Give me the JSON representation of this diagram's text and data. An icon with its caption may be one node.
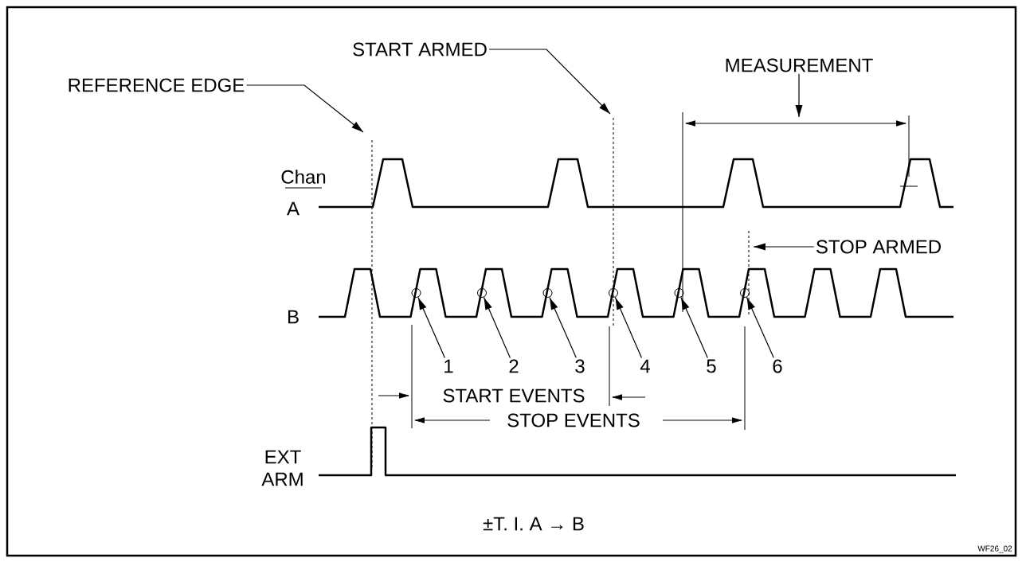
{
  "diagram": {
    "nodes": [
      {
        "text": [
          "REFERENCE EDGE"
        ]
      },
      {
        "text": [
          "START ARMED"
        ]
      },
      {
        "text": [
          "MEASUREMENT"
        ]
      },
      {
        "text": [
          "STOP ARMED"
        ]
      },
      {
        "text": [
          "1"
        ]
      },
      {
        "text": [
          "2"
        ]
      },
      {
        "text": [
          "3"
        ]
      },
      {
        "text": [
          "4"
        ]
      },
      {
        "text": [
          "5"
        ]
      },
      {
        "text": [
          "6"
        ]
      },
      {
        "text": [],
        "shape": "circle"
      },
      {
        "text": [],
        "shape": "circle"
      },
      {
        "text": [],
        "shape": "circle"
      },
      {
        "text": [],
        "shape": "circle"
      },
      {
        "text": [],
        "shape": "circle"
      },
      {
        "text": [],
        "shape": "circle"
      }
    ],
    "edges": [
      {
        "from": 0,
        "to": null,
        "arrow": "to"
      },
      {
        "from": 1,
        "to": null,
        "arrow": "to"
      },
      {
        "from": 2,
        "to": null,
        "arrow": "to"
      },
      {
        "from": 3,
        "to": null,
        "arrow": "to"
      },
      {
        "from": 4,
        "to": 10,
        "arrow": "to"
      },
      {
        "from": 5,
        "to": 11,
        "arrow": "to"
      },
      {
        "from": 6,
        "to": 12,
        "arrow": "to"
      },
      {
        "from": 7,
        "to": 13,
        "arrow": "to"
      },
      {
        "from": 8,
        "to": 14,
        "arrow": "to"
      },
      {
        "from": 9,
        "to": 15,
        "arrow": "to"
      }
    ],
    "labels": [
      "Chan",
      "A",
      "B",
      "EXT ARM",
      "START EVENTS",
      "STOP EVENTS",
      "±T. I. A → B",
      "WF26_02"
    ]
  }
}
